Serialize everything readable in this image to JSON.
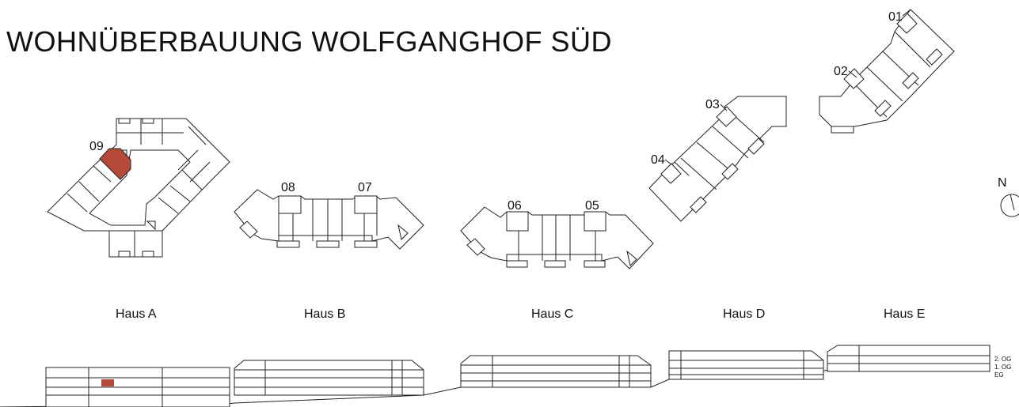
{
  "title": "WOHNÜBERBAUUNG WOLFGANGHOF SÜD",
  "compass": {
    "label": "N"
  },
  "houses": [
    "Haus A",
    "Haus B",
    "Haus C",
    "Haus D",
    "Haus E"
  ],
  "units": [
    "01",
    "02",
    "03",
    "04",
    "05",
    "06",
    "07",
    "08",
    "09"
  ],
  "highlighted_unit": "09",
  "floors": [
    "2. OG",
    "1. OG",
    "EG"
  ],
  "colors": {
    "highlight": "#B54A38",
    "line": "#222222",
    "background": "#ffffff"
  }
}
